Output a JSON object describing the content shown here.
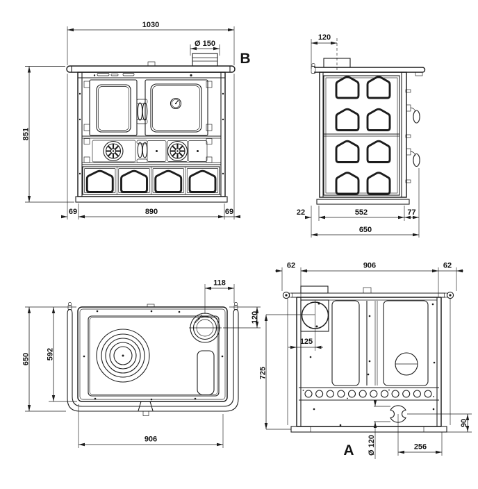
{
  "drawing": {
    "type": "wood-cooker-technical-drawing",
    "colors": {
      "background": "#ffffff",
      "line": "#1c1c1c"
    },
    "views": {
      "front": {
        "label": "B",
        "total_width": "1030",
        "flue_diameter": "Ø 150",
        "height": "851",
        "left_margin": "69",
        "body_width": "890",
        "right_margin": "69"
      },
      "side": {
        "flue_offset": "120",
        "rear_margin": "22",
        "body_depth": "552",
        "front_margin": "77",
        "total_depth": "650"
      },
      "top": {
        "flue_from_right": "118",
        "flue_from_rear": "120",
        "total_depth": "650",
        "plate_depth": "592",
        "body_width": "906"
      },
      "rear": {
        "label": "A",
        "left_margin": "62",
        "body_width": "906",
        "right_margin": "62",
        "flue_from_left": "125",
        "flue_center_height": "725",
        "outlet_height": "90",
        "outlet_diameter": "Ø 120",
        "outlet_from_right": "256"
      }
    }
  }
}
